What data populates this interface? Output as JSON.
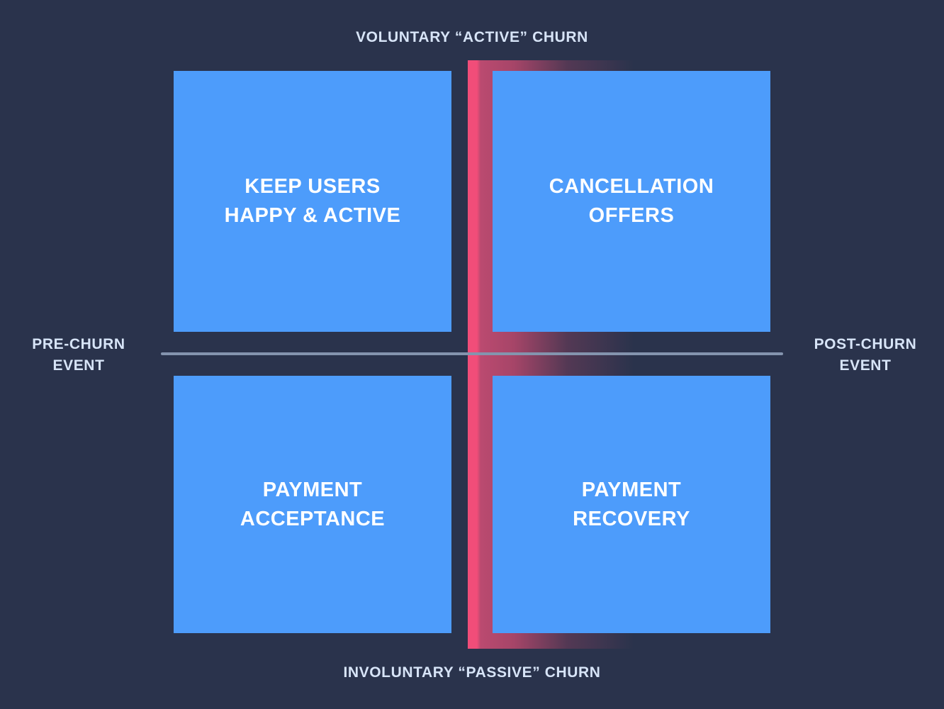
{
  "colors": {
    "bg": "#2a334c",
    "panel-blue": "#4d9cfb",
    "accent-pink": "#f04c78",
    "divider": "#8494ae",
    "label-text": "#d7e4f7",
    "panel-text": "#ffffff"
  },
  "axis_labels": {
    "top": "VOLUNTARY “ACTIVE” CHURN",
    "bottom": "INVOLUNTARY “PASSIVE” CHURN",
    "left": "PRE-CHURN\nEVENT",
    "right": "POST-CHURN\nEVENT"
  },
  "quadrants": {
    "top_left": "KEEP USERS\nHAPPY & ACTIVE",
    "top_right": "CANCELLATION\nOFFERS",
    "bottom_left": "PAYMENT\nACCEPTANCE",
    "bottom_right": "PAYMENT\nRECOVERY"
  }
}
